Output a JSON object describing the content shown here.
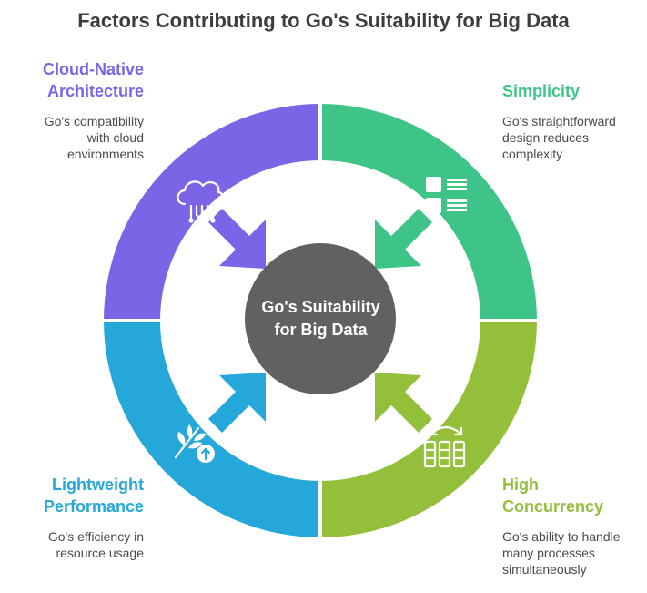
{
  "title": "Factors Contributing to Go's Suitability for Big Data",
  "center": {
    "line1": "Go's Suitability",
    "line2": "for Big Data"
  },
  "segments": [
    {
      "key": "cloud",
      "title_line1": "Cloud-Native",
      "title_line2": "Architecture",
      "desc_line1": "Go's compatibility",
      "desc_line2": "with cloud",
      "desc_line3": "environments",
      "color": "#7b65e6",
      "icon": "cloud-circuit-icon"
    },
    {
      "key": "simplicity",
      "title_line1": "Simplicity",
      "title_line2": "",
      "desc_line1": "Go's straightforward",
      "desc_line2": "design reduces",
      "desc_line3": "complexity",
      "color": "#3fc487",
      "icon": "list-icon"
    },
    {
      "key": "concurrency",
      "title_line1": "High",
      "title_line2": "Concurrency",
      "desc_line1": "Go's ability to handle",
      "desc_line2": "many processes",
      "desc_line3": "simultaneously",
      "color": "#94bf3a",
      "icon": "parallel-processes-icon"
    },
    {
      "key": "lightweight",
      "title_line1": "Lightweight",
      "title_line2": "Performance",
      "desc_line1": "Go's efficiency in",
      "desc_line2": "resource usage",
      "desc_line3": "",
      "color": "#25a8d9",
      "icon": "leaf-upload-icon"
    }
  ],
  "colors": {
    "center": "#616161",
    "title": "#3d3d3d"
  }
}
